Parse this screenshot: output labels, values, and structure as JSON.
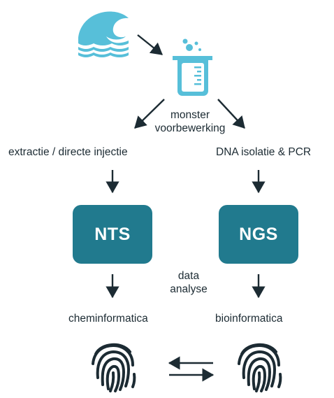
{
  "icons": {
    "water": "water-wave-icon",
    "beaker": "beaker-icon",
    "fingerprint_left": "fingerprint-icon",
    "fingerprint_right": "fingerprint-icon"
  },
  "colors": {
    "icon_light_blue": "#57bfd9",
    "box_teal": "#217a8e",
    "text_dark": "#1c2b33",
    "arrow": "#1c2b33"
  },
  "steps": {
    "sample_prep_line1": "monster",
    "sample_prep_line2": "voorbewerking",
    "left_method": "extractie / directe injectie",
    "right_method": "DNA isolatie & PCR",
    "left_box": "NTS",
    "right_box": "NGS",
    "analysis_line1": "data",
    "analysis_line2": "analyse",
    "left_result": "cheminformatica",
    "right_result": "bioinformatica"
  }
}
